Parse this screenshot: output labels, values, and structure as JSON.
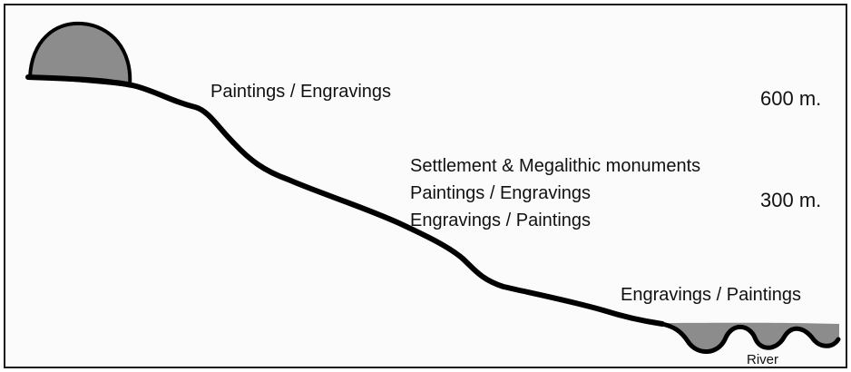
{
  "labels": {
    "upper_art": "Paintings / Engravings",
    "elevation_high": "600 m.",
    "middle_settlement": "Settlement & Megalithic monuments",
    "middle_paintings": "Paintings / Engravings",
    "middle_engravings": "Engravings / Paintings",
    "elevation_mid": "300 m.",
    "lower_art": "Engravings / Paintings",
    "river": "River"
  },
  "colors": {
    "outline": "#000000",
    "fill": "#8c8c8c",
    "frame": "#1a1a1a",
    "background": "#fbfbfb"
  }
}
